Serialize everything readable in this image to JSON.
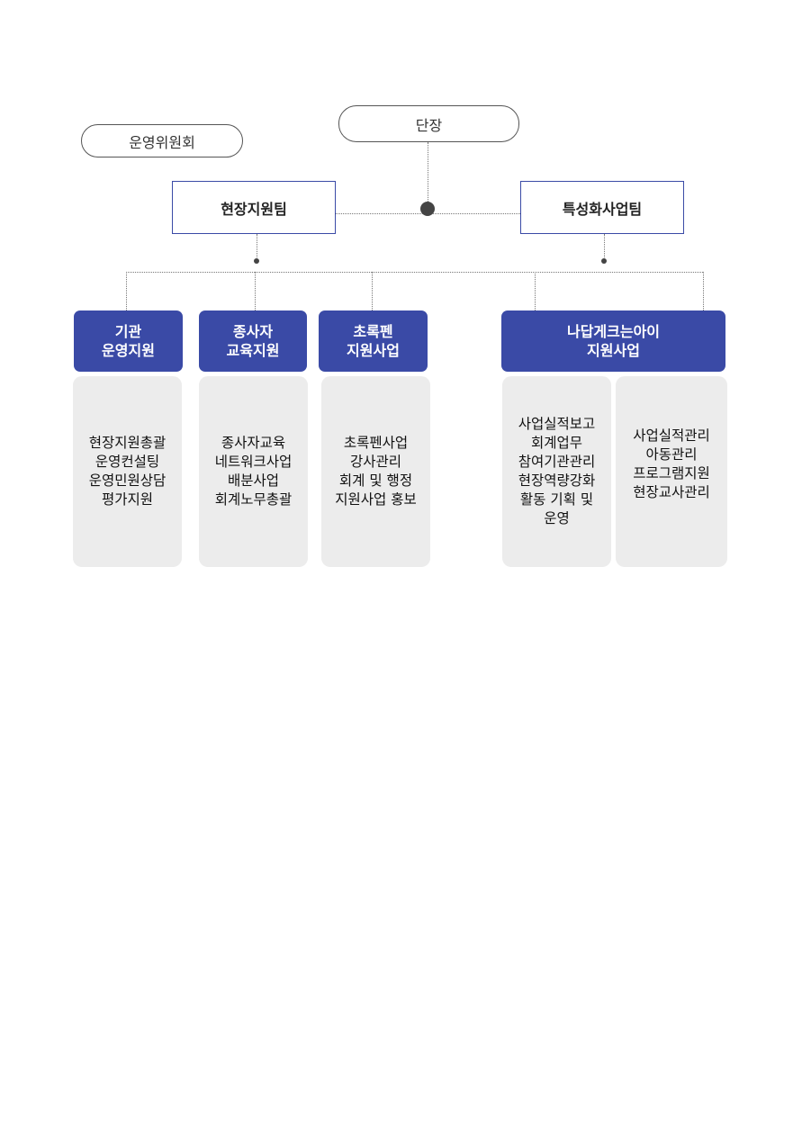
{
  "committee": "운영위원회",
  "director": "단장",
  "teams": [
    "현장지원팀",
    "특성화사업팀"
  ],
  "units": [
    {
      "title": "기관\n운영지원",
      "duties": [
        "현장지원총괄\n운영컨설팅\n운영민원상담\n평가지원"
      ]
    },
    {
      "title": "종사자\n교육지원",
      "duties": [
        "종사자교육\n네트워크사업\n배분사업\n회계노무총괄"
      ]
    },
    {
      "title": "초록펜\n지원사업",
      "duties": [
        "초록펜사업\n강사관리\n회계 및 행정\n지원사업 홍보"
      ]
    },
    {
      "title": "나답게크는아이\n지원사업",
      "duties": [
        "사업실적보고\n회계업무\n참여기관관리\n현장역량강화\n활동 기획 및\n운영",
        "사업실적관리\n아동관리\n프로그램지원\n현장교사관리"
      ]
    }
  ],
  "colors": {
    "header": "#3a4aa6",
    "body": "#ececec"
  }
}
